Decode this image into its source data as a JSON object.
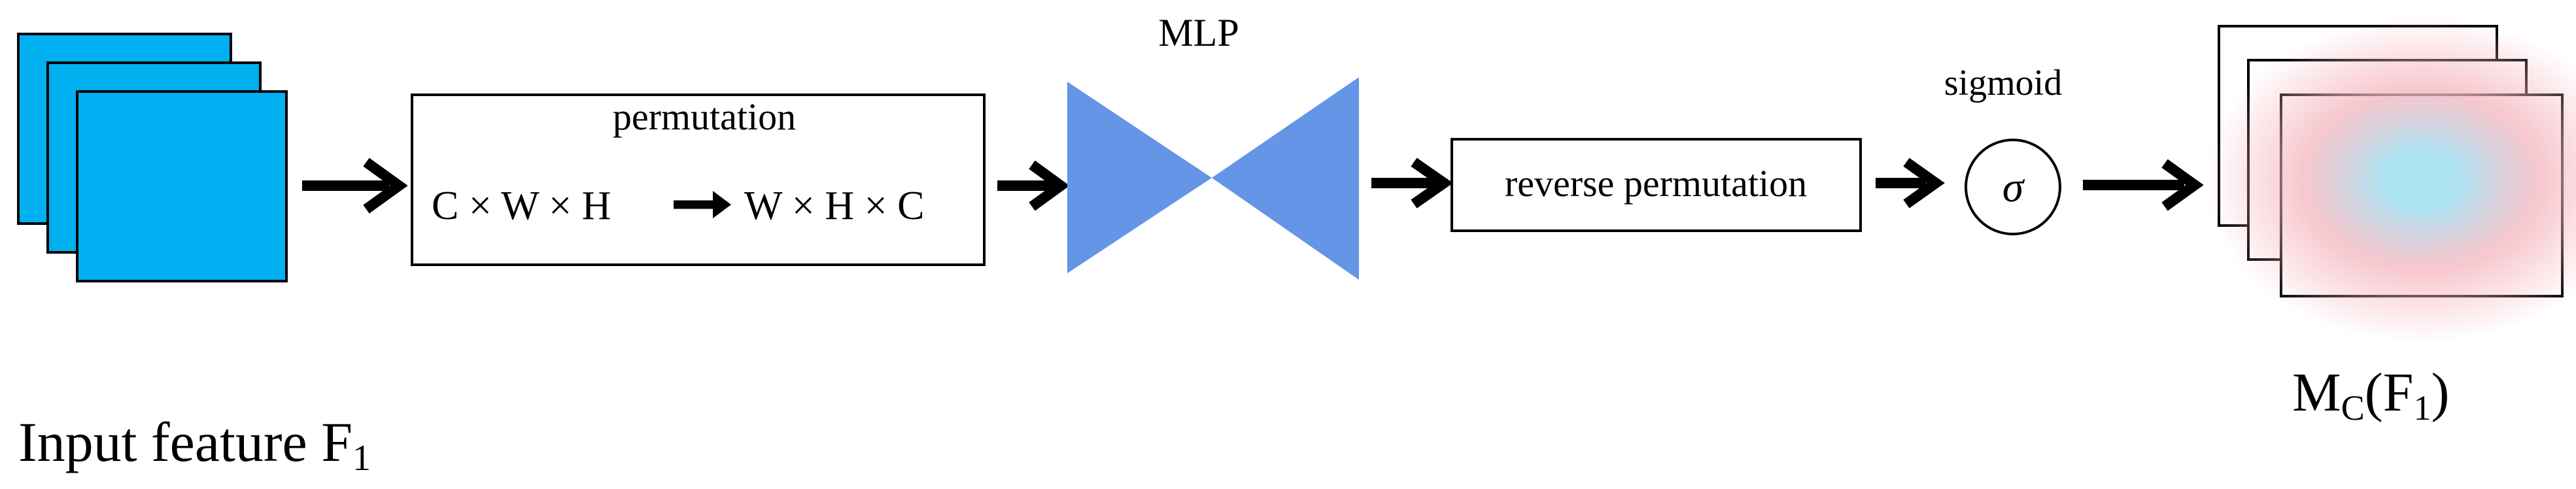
{
  "input": {
    "label_main": "Input feature F",
    "label_sub": "1",
    "fill_color": "#00B0F0"
  },
  "permutation": {
    "title": "permutation",
    "from_text": "C × W × H",
    "to_text": "W × H × C"
  },
  "mlp": {
    "label": "MLP",
    "fill_color": "#6495E6"
  },
  "reverse_permutation": {
    "label": "reverse permutation"
  },
  "sigmoid": {
    "label": "sigmoid",
    "symbol": "σ"
  },
  "output": {
    "label_m": "M",
    "label_m_sub": "C",
    "label_open": "(F",
    "label_f_sub": "1",
    "label_close": ")",
    "outer_color": "#F5B5BE",
    "inner_color": "#ADE2F2"
  }
}
